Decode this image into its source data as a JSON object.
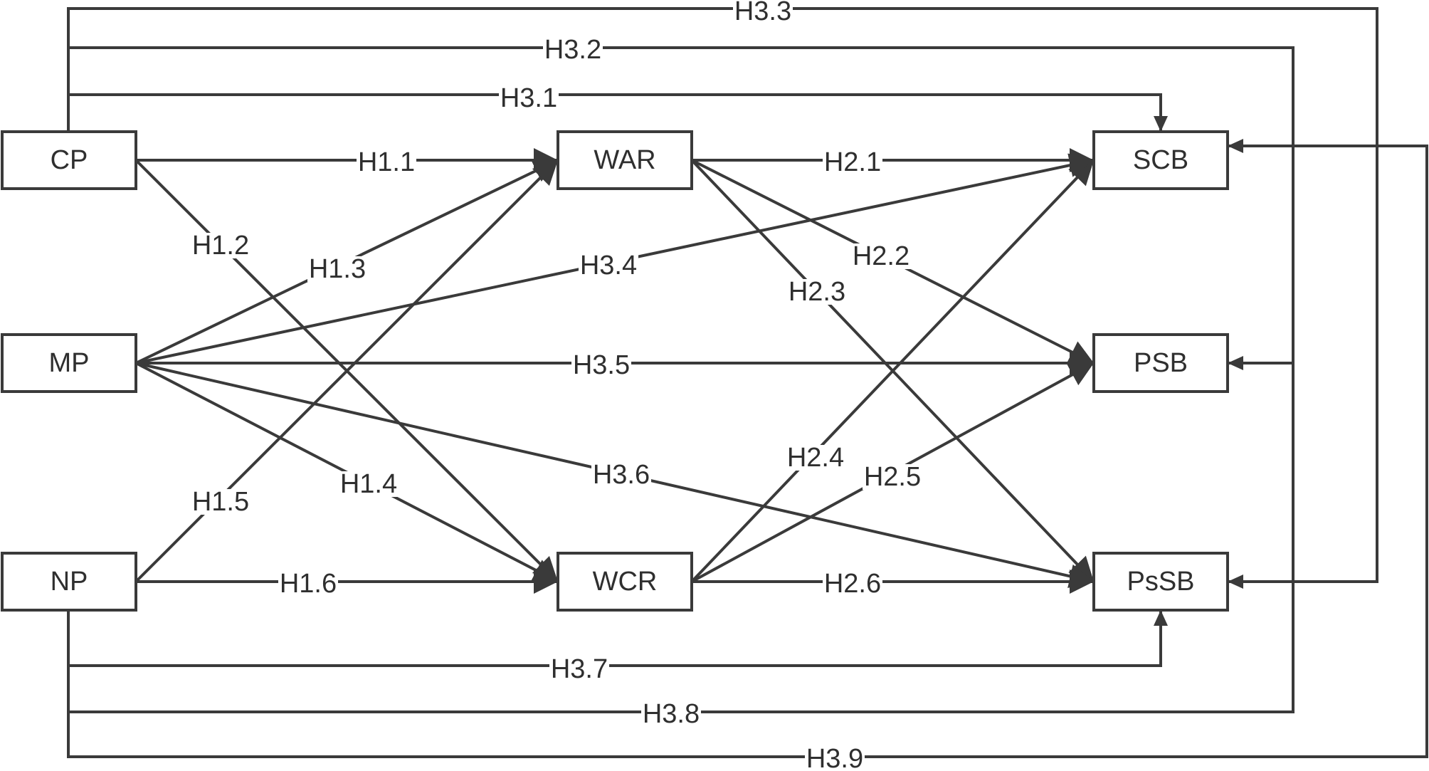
{
  "nodes": [
    {
      "id": "CP",
      "label": "CP"
    },
    {
      "id": "MP",
      "label": "MP"
    },
    {
      "id": "NP",
      "label": "NP"
    },
    {
      "id": "WAR",
      "label": "WAR"
    },
    {
      "id": "WCR",
      "label": "WCR"
    },
    {
      "id": "SCB",
      "label": "SCB"
    },
    {
      "id": "PSB",
      "label": "PSB"
    },
    {
      "id": "PsSB",
      "label": "PsSB"
    }
  ],
  "edges": [
    {
      "id": "h1-1",
      "from": "CP",
      "to": "WAR",
      "label": "H1.1"
    },
    {
      "id": "h1-2",
      "from": "CP",
      "to": "WCR",
      "label": "H1.2"
    },
    {
      "id": "h1-3",
      "from": "MP",
      "to": "WAR",
      "label": "H1.3"
    },
    {
      "id": "h1-4",
      "from": "MP",
      "to": "WCR",
      "label": "H1.4"
    },
    {
      "id": "h1-5",
      "from": "NP",
      "to": "WAR",
      "label": "H1.5"
    },
    {
      "id": "h1-6",
      "from": "NP",
      "to": "WCR",
      "label": "H1.6"
    },
    {
      "id": "h2-1",
      "from": "WAR",
      "to": "SCB",
      "label": "H2.1"
    },
    {
      "id": "h2-2",
      "from": "WAR",
      "to": "PSB",
      "label": "H2.2"
    },
    {
      "id": "h2-3",
      "from": "WAR",
      "to": "PsSB",
      "label": "H2.3"
    },
    {
      "id": "h2-4",
      "from": "WCR",
      "to": "SCB",
      "label": "H2.4"
    },
    {
      "id": "h2-5",
      "from": "WCR",
      "to": "PSB",
      "label": "H2.5"
    },
    {
      "id": "h2-6",
      "from": "WCR",
      "to": "PsSB",
      "label": "H2.6"
    },
    {
      "id": "h3-1",
      "from": "CP",
      "to": "SCB",
      "label": "H3.1"
    },
    {
      "id": "h3-2",
      "from": "CP",
      "to": "PSB",
      "label": "H3.2"
    },
    {
      "id": "h3-3",
      "from": "CP",
      "to": "PsSB",
      "label": "H3.3"
    },
    {
      "id": "h3-4",
      "from": "MP",
      "to": "SCB",
      "label": "H3.4"
    },
    {
      "id": "h3-5",
      "from": "MP",
      "to": "PSB",
      "label": "H3.5"
    },
    {
      "id": "h3-6",
      "from": "MP",
      "to": "PsSB",
      "label": "H3.6"
    },
    {
      "id": "h3-7",
      "from": "NP",
      "to": "PsSB",
      "label": "H3.7"
    },
    {
      "id": "h3-8",
      "from": "NP",
      "to": "PSB",
      "label": "H3.8"
    },
    {
      "id": "h3-9",
      "from": "NP",
      "to": "SCB",
      "label": "H3.9"
    }
  ]
}
